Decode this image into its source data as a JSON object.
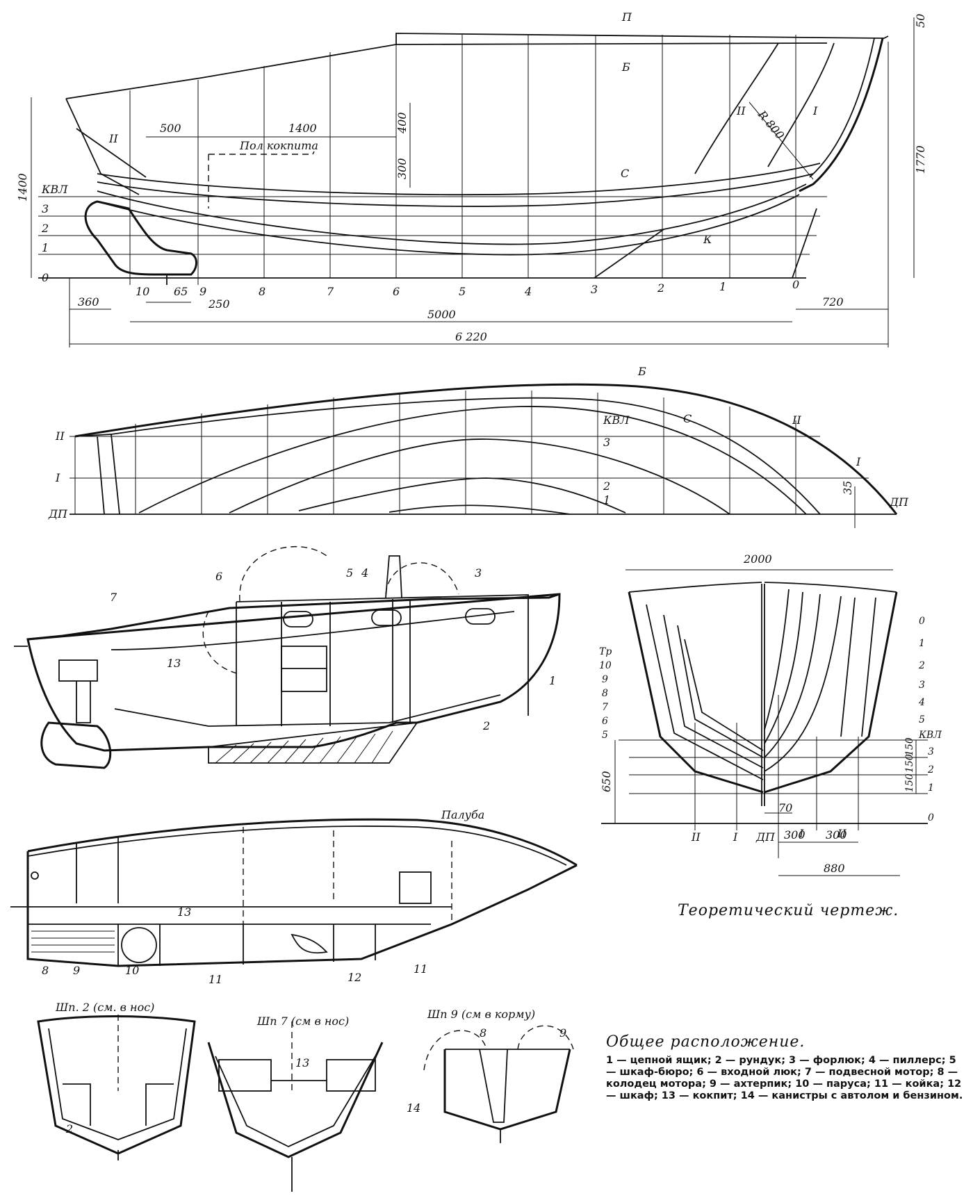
{
  "profile": {
    "lines": {
      "p": "П",
      "b": "Б",
      "s": "С",
      "k": "К",
      "ii": "II",
      "i": "I"
    },
    "waterlines": [
      "КВЛ",
      "3",
      "2",
      "1",
      "0"
    ],
    "stations": [
      "10",
      "9",
      "8",
      "7",
      "6",
      "5",
      "4",
      "3",
      "2",
      "1",
      "0"
    ],
    "radius": "R 800",
    "cockpit_floor": "Пол кокпита",
    "dims": {
      "d500": "500",
      "d1400": "1400",
      "d400": "400",
      "d300": "300",
      "d1400v": "1400",
      "d1770": "1770",
      "d50": "50",
      "d360": "360",
      "d65": "65",
      "d250": "250",
      "d5000": "5000",
      "d720": "720",
      "d6220": "6 220"
    }
  },
  "plan": {
    "labels": {
      "b": "Б",
      "s": "С",
      "kvl": "КВЛ",
      "w3": "3",
      "w2": "2",
      "w1": "1",
      "ii": "II",
      "i": "I",
      "dp": "ДП",
      "d35": "35"
    }
  },
  "body_plan": {
    "width_dim": "2000",
    "left_stations": [
      "Тр",
      "10",
      "9",
      "8",
      "7",
      "6",
      "5"
    ],
    "right_stations": [
      "0",
      "1",
      "2",
      "3",
      "4",
      "5"
    ],
    "waterlines": [
      "КВЛ",
      "3",
      "2",
      "1",
      "0"
    ],
    "dims": {
      "d650": "650",
      "d150a": "150",
      "d150b": "150",
      "d150c": "150",
      "d70": "70",
      "d300a": "300",
      "d300b": "300",
      "d880": "880"
    },
    "bottom_labels": [
      "II",
      "I",
      "ДП",
      "I",
      "II"
    ],
    "caption": "Теоретический чертеж."
  },
  "general": {
    "deck_label": "Палуба",
    "side_numbers": [
      "7",
      "6",
      "5",
      "4",
      "3",
      "1",
      "2",
      "13"
    ],
    "plan_numbers": [
      "13",
      "8",
      "9",
      "10",
      "11",
      "12",
      "11"
    ],
    "sections": [
      {
        "title": "Шп. 2 (см. в нос)",
        "number": "2"
      },
      {
        "title": "Шп 7 (см в нос)",
        "number": "13"
      },
      {
        "title": "Шп 9 (см в корму)",
        "numbers": [
          "8",
          "9",
          "14"
        ]
      }
    ],
    "caption": "Общее расположение.",
    "legend": "1 — цепной ящик; 2 — рундук; 3 — форлюк; 4 — пиллерс; 5 — шкаф-бюро; 6 — входной люк; 7 — подвесной мотор; 8 — колодец мотора; 9 — ахтерпик; 10 — паруса; 11 — койка; 12 — шкаф; 13 — кокпит; 14 — канистры с автолом и бензином."
  }
}
